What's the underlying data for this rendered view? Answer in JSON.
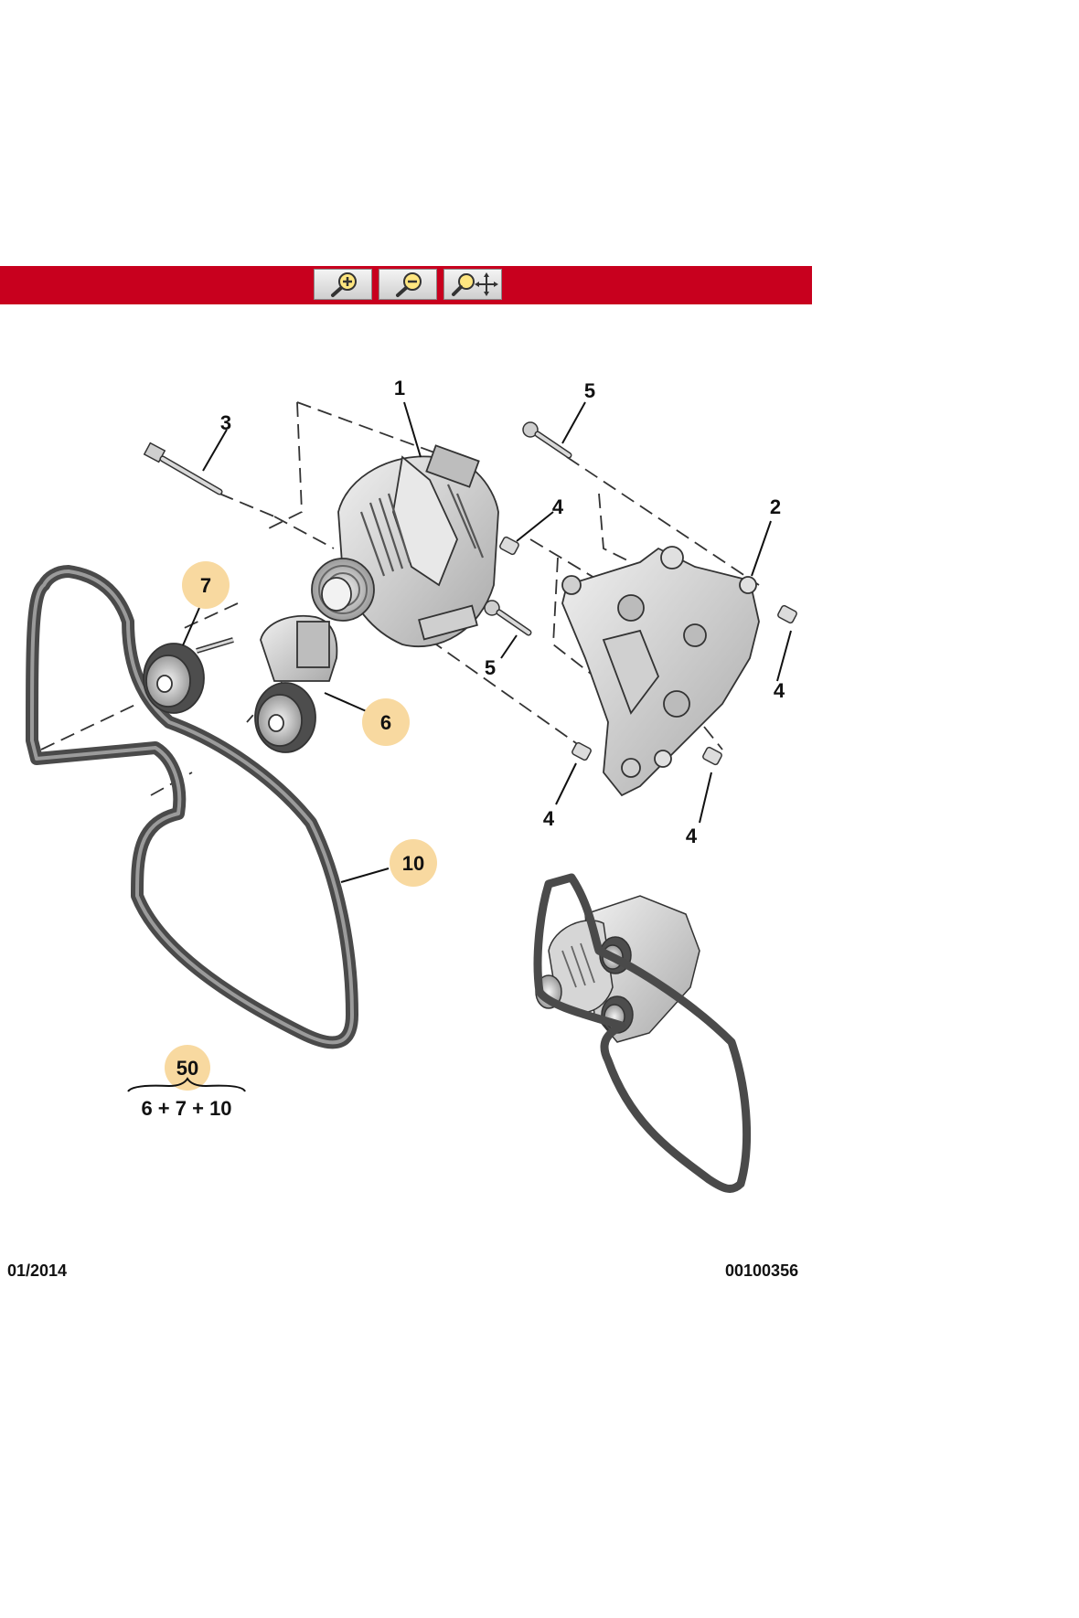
{
  "colors": {
    "toolbar": "#c8001e",
    "highlight": "#f8d9a0",
    "belt": "#5a5a5a",
    "part_fill": "#d8d8d8",
    "line": "#333333"
  },
  "toolbar": {
    "buttons": [
      {
        "name": "zoom-in-button",
        "icon": "zoom-in-icon"
      },
      {
        "name": "zoom-out-button",
        "icon": "zoom-out-icon"
      },
      {
        "name": "zoom-pan-button",
        "icon": "zoom-pan-icon"
      }
    ]
  },
  "callouts": {
    "c1": "1",
    "c2": "2",
    "c3": "3",
    "c4a": "4",
    "c4b": "4",
    "c4c": "4",
    "c4d": "4",
    "c5a": "5",
    "c5b": "5",
    "c6": "6",
    "c7": "7",
    "c10": "10",
    "c50": "50"
  },
  "kit_formula": "6 + 7 + 10",
  "footer": {
    "date": "01/2014",
    "code": "00100356"
  }
}
